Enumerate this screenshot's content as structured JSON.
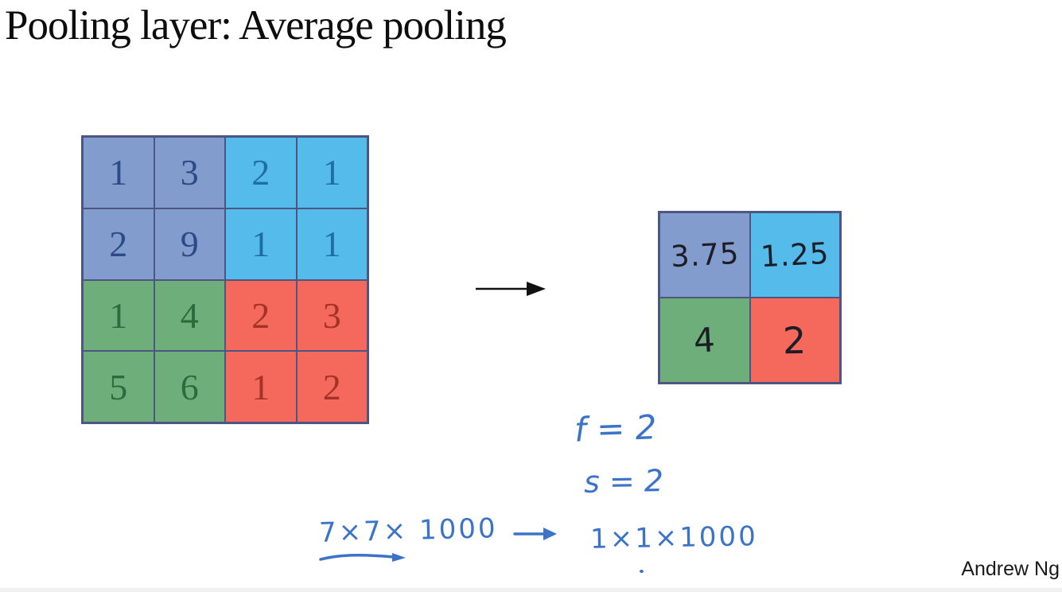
{
  "slide": {
    "title": "Pooling layer: Average pooling",
    "author": "Andrew Ng"
  },
  "input_grid": {
    "rows": 4,
    "cols": 4,
    "values": [
      [
        "1",
        "3",
        "2",
        "1"
      ],
      [
        "2",
        "9",
        "1",
        "1"
      ],
      [
        "1",
        "4",
        "2",
        "3"
      ],
      [
        "5",
        "6",
        "1",
        "2"
      ]
    ]
  },
  "output_grid": {
    "rows": 2,
    "cols": 2,
    "values": [
      [
        "3.75",
        "1.25"
      ],
      [
        "4",
        "2"
      ]
    ]
  },
  "annotations": {
    "filter": "f = 2",
    "stride": "s = 2",
    "dims_before": "7×7× 1000",
    "dims_after": "1×1×1000"
  },
  "colors": {
    "quadrant_slate_blue": "#839cce",
    "quadrant_light_blue": "#55bbea",
    "quadrant_green": "#6dae7a",
    "quadrant_red": "#f4695c",
    "grid_border": "#4d5680",
    "digit_slate_blue": "#2b4a86",
    "digit_light_blue": "#1f6da6",
    "digit_green": "#2d6b3d",
    "digit_red": "#a23326",
    "handwriting_ink": "#1d1d27",
    "blue_ink": "#3b73c9"
  }
}
